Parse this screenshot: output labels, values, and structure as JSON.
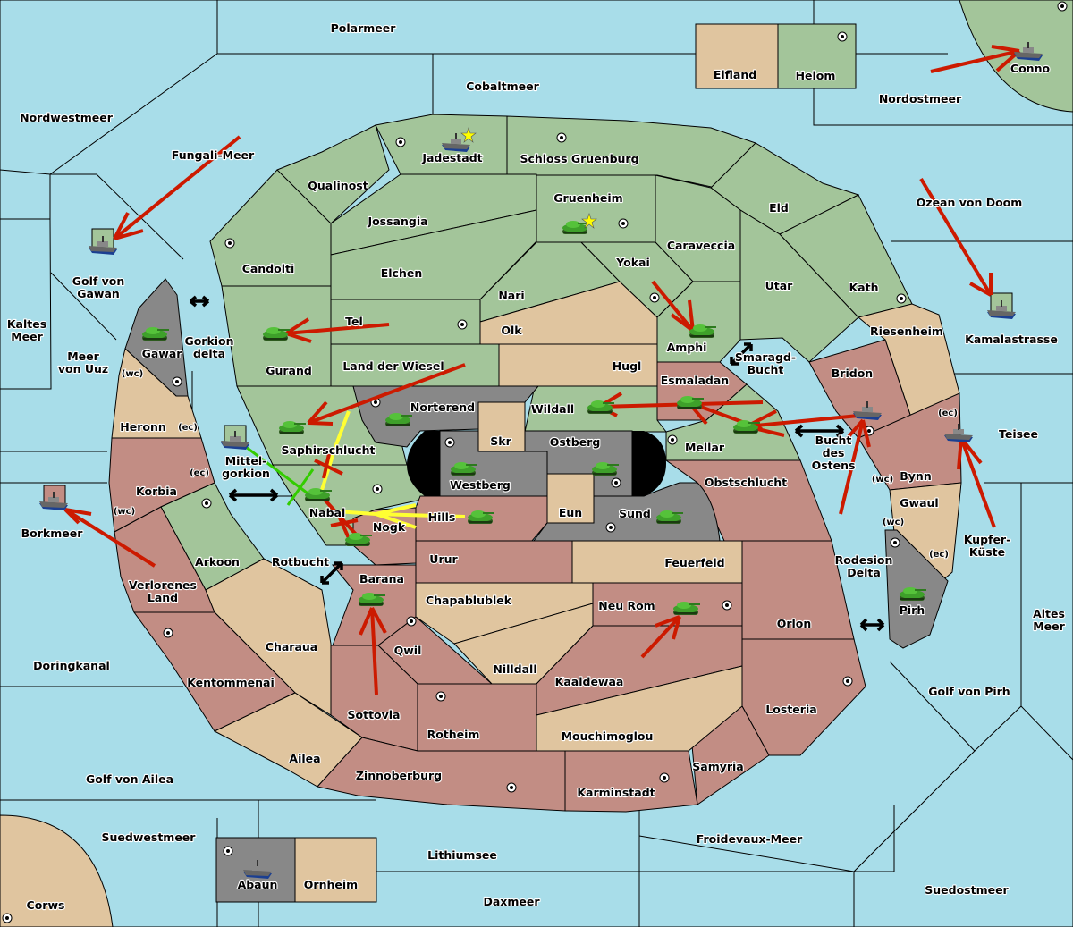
{
  "map": {
    "colors": {
      "sea": "#a8dde9",
      "green_power": "#a3c59a",
      "tan_power": "#e0c59f",
      "red_power": "#c28d84",
      "neutral": "#888888",
      "move_order": "#cc1a00",
      "support_order": "#ffff33",
      "convoy_order": "#33cc00"
    },
    "seas": [
      {
        "name": "Polarmeer"
      },
      {
        "name": "Cobaltmeer"
      },
      {
        "name": "Nordwestmeer"
      },
      {
        "name": "Fungali-Meer"
      },
      {
        "name": "Nordostmeer"
      },
      {
        "name": "Ozean von Doom"
      },
      {
        "name": "Kamalastrasse"
      },
      {
        "name": "Golf von Gawan"
      },
      {
        "name": "Kaltes Meer"
      },
      {
        "name": "Meer von Uuz"
      },
      {
        "name": "Gorkion delta"
      },
      {
        "name": "Mittel-gorkion"
      },
      {
        "name": "Borkmeer"
      },
      {
        "name": "Rotbucht"
      },
      {
        "name": "Smaragd-Bucht"
      },
      {
        "name": "Bucht des Ostens"
      },
      {
        "name": "Teisee"
      },
      {
        "name": "Kupfer-Küste"
      },
      {
        "name": "Rodesion Delta"
      },
      {
        "name": "Altes Meer"
      },
      {
        "name": "Doringkanal"
      },
      {
        "name": "Golf von Ailea"
      },
      {
        "name": "Golf von Pirh"
      },
      {
        "name": "Suedwestmeer"
      },
      {
        "name": "Lithiumsee"
      },
      {
        "name": "Froidevaux-Meer"
      },
      {
        "name": "Daxmeer"
      },
      {
        "name": "Suedostmeer"
      }
    ],
    "lands": [
      {
        "name": "Elfland",
        "owner": "tan"
      },
      {
        "name": "Helom",
        "owner": "green",
        "supply_center": true
      },
      {
        "name": "Conno",
        "owner": "green",
        "supply_center": true,
        "unit": "fleet"
      },
      {
        "name": "Jadestadt",
        "owner": "green",
        "supply_center": true,
        "unit": "fleet",
        "capital": true
      },
      {
        "name": "Schloss Gruenburg",
        "owner": "green",
        "supply_center": true
      },
      {
        "name": "Qualinost",
        "owner": "green"
      },
      {
        "name": "Jossangia",
        "owner": "green"
      },
      {
        "name": "Gruenheim",
        "owner": "green",
        "supply_center": true,
        "unit": "army",
        "capital": true
      },
      {
        "name": "Eld",
        "owner": "green"
      },
      {
        "name": "Candolti",
        "owner": "green",
        "supply_center": true
      },
      {
        "name": "Elchen",
        "owner": "green"
      },
      {
        "name": "Nari",
        "owner": "green"
      },
      {
        "name": "Yokai",
        "owner": "green",
        "supply_center": true
      },
      {
        "name": "Caraveccia",
        "owner": "green"
      },
      {
        "name": "Utar",
        "owner": "green"
      },
      {
        "name": "Kath",
        "owner": "green",
        "supply_center": true
      },
      {
        "name": "Tel",
        "owner": "green",
        "supply_center": true
      },
      {
        "name": "Olk",
        "owner": "tan"
      },
      {
        "name": "Amphi",
        "owner": "green",
        "unit": "army"
      },
      {
        "name": "Gurand",
        "owner": "green",
        "unit": "army"
      },
      {
        "name": "Land der Wiesel",
        "owner": "green"
      },
      {
        "name": "Hugl",
        "owner": "tan"
      },
      {
        "name": "Riesenheim",
        "owner": "tan"
      },
      {
        "name": "Gawar",
        "owner": "neutral",
        "supply_center": true,
        "unit": "army"
      },
      {
        "name": "Esmaladan",
        "owner": "red",
        "unit": "army"
      },
      {
        "name": "Bridon",
        "owner": "red",
        "supply_center": true,
        "unit": "fleet"
      },
      {
        "name": "Heronn",
        "owner": "tan"
      },
      {
        "name": "Norterend",
        "owner": "neutral",
        "supply_center": true,
        "unit": "army"
      },
      {
        "name": "Wildall",
        "owner": "green",
        "unit": "army"
      },
      {
        "name": "Skr",
        "owner": "tan"
      },
      {
        "name": "Ostberg",
        "owner": "neutral",
        "supply_center": true,
        "unit": "army"
      },
      {
        "name": "Mellar",
        "owner": "green",
        "supply_center": true,
        "unit": "army"
      },
      {
        "name": "Saphirschlucht",
        "owner": "green",
        "unit": "army"
      },
      {
        "name": "Westberg",
        "owner": "neutral",
        "supply_center": true,
        "unit": "army"
      },
      {
        "name": "Korbia",
        "owner": "red"
      },
      {
        "name": "Bynn",
        "owner": "red",
        "unit": "fleet"
      },
      {
        "name": "Obstschlucht",
        "owner": "red"
      },
      {
        "name": "Nabai",
        "owner": "green",
        "supply_center": true,
        "unit": "army"
      },
      {
        "name": "Eun",
        "owner": "tan"
      },
      {
        "name": "Hills",
        "owner": "red",
        "unit": "army"
      },
      {
        "name": "Sund",
        "owner": "neutral",
        "supply_center": true,
        "unit": "army"
      },
      {
        "name": "Gwaul",
        "owner": "tan"
      },
      {
        "name": "Nogk",
        "owner": "red",
        "unit": "army"
      },
      {
        "name": "Arkoon",
        "owner": "green",
        "supply_center": true
      },
      {
        "name": "Urur",
        "owner": "red"
      },
      {
        "name": "Feuerfeld",
        "owner": "tan"
      },
      {
        "name": "Verlorenes Land",
        "owner": "red"
      },
      {
        "name": "Barana",
        "owner": "red",
        "unit": "army"
      },
      {
        "name": "Chapablublek",
        "owner": "tan"
      },
      {
        "name": "Neu Rom",
        "owner": "red",
        "supply_center": true,
        "unit": "army"
      },
      {
        "name": "Orlon",
        "owner": "red"
      },
      {
        "name": "Pirh",
        "owner": "neutral",
        "supply_center": true,
        "unit": "army"
      },
      {
        "name": "Charaua",
        "owner": "tan"
      },
      {
        "name": "Qwil",
        "owner": "red",
        "supply_center": true
      },
      {
        "name": "Nilldall",
        "owner": "tan"
      },
      {
        "name": "Kentommenai",
        "owner": "red",
        "supply_center": true
      },
      {
        "name": "Kaaldewaa",
        "owner": "red"
      },
      {
        "name": "Sottovia",
        "owner": "red"
      },
      {
        "name": "Rotheim",
        "owner": "red",
        "supply_center": true
      },
      {
        "name": "Losteria",
        "owner": "red",
        "supply_center": true
      },
      {
        "name": "Mouchimoglou",
        "owner": "tan"
      },
      {
        "name": "Ailea",
        "owner": "tan"
      },
      {
        "name": "Zinnoberburg",
        "owner": "red",
        "supply_center": true
      },
      {
        "name": "Samyria",
        "owner": "red"
      },
      {
        "name": "Karminstadt",
        "owner": "red",
        "supply_center": true
      },
      {
        "name": "Abaun",
        "owner": "neutral",
        "supply_center": true,
        "unit": "fleet"
      },
      {
        "name": "Ornheim",
        "owner": "tan"
      },
      {
        "name": "Corws",
        "owner": "tan",
        "supply_center": true
      }
    ],
    "coast_labels": [
      "(wc)",
      "(ec)"
    ],
    "units_legend": {
      "army": "tank-icon",
      "fleet": "ship-icon"
    }
  }
}
